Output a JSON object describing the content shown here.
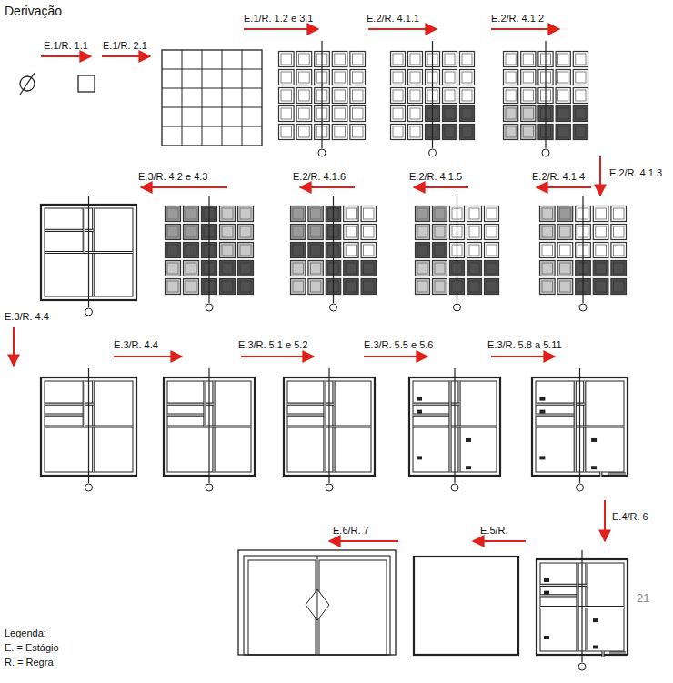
{
  "diagram": {
    "title": "Derivação",
    "labels": [
      "E.1/R. 1.1",
      "E.1/R. 2.1",
      "E.1/R. 1.2 e 3.1",
      "E.2/R. 4.1.1",
      "E.2/R. 4.1.2",
      "E.2/R. 4.1.3",
      "E.2/R. 4.1.4",
      "E.2/R. 4.1.5",
      "E.2/R. 4.1.6",
      "E.3/R. 4.2 e 4.3",
      "E.3/R. 4.4",
      "E.3/R. 4.4",
      "E.3/R. 5.1 e 5.2",
      "E.3/R. 5.5 e 5.6",
      "E.3/R. 5.8 a 5.11",
      "E.4/R. 6",
      "E.5/R.",
      "E.6/R. 7",
      "Legenda:",
      "E. = Estágio",
      "R. = Regra",
      "21"
    ]
  }
}
